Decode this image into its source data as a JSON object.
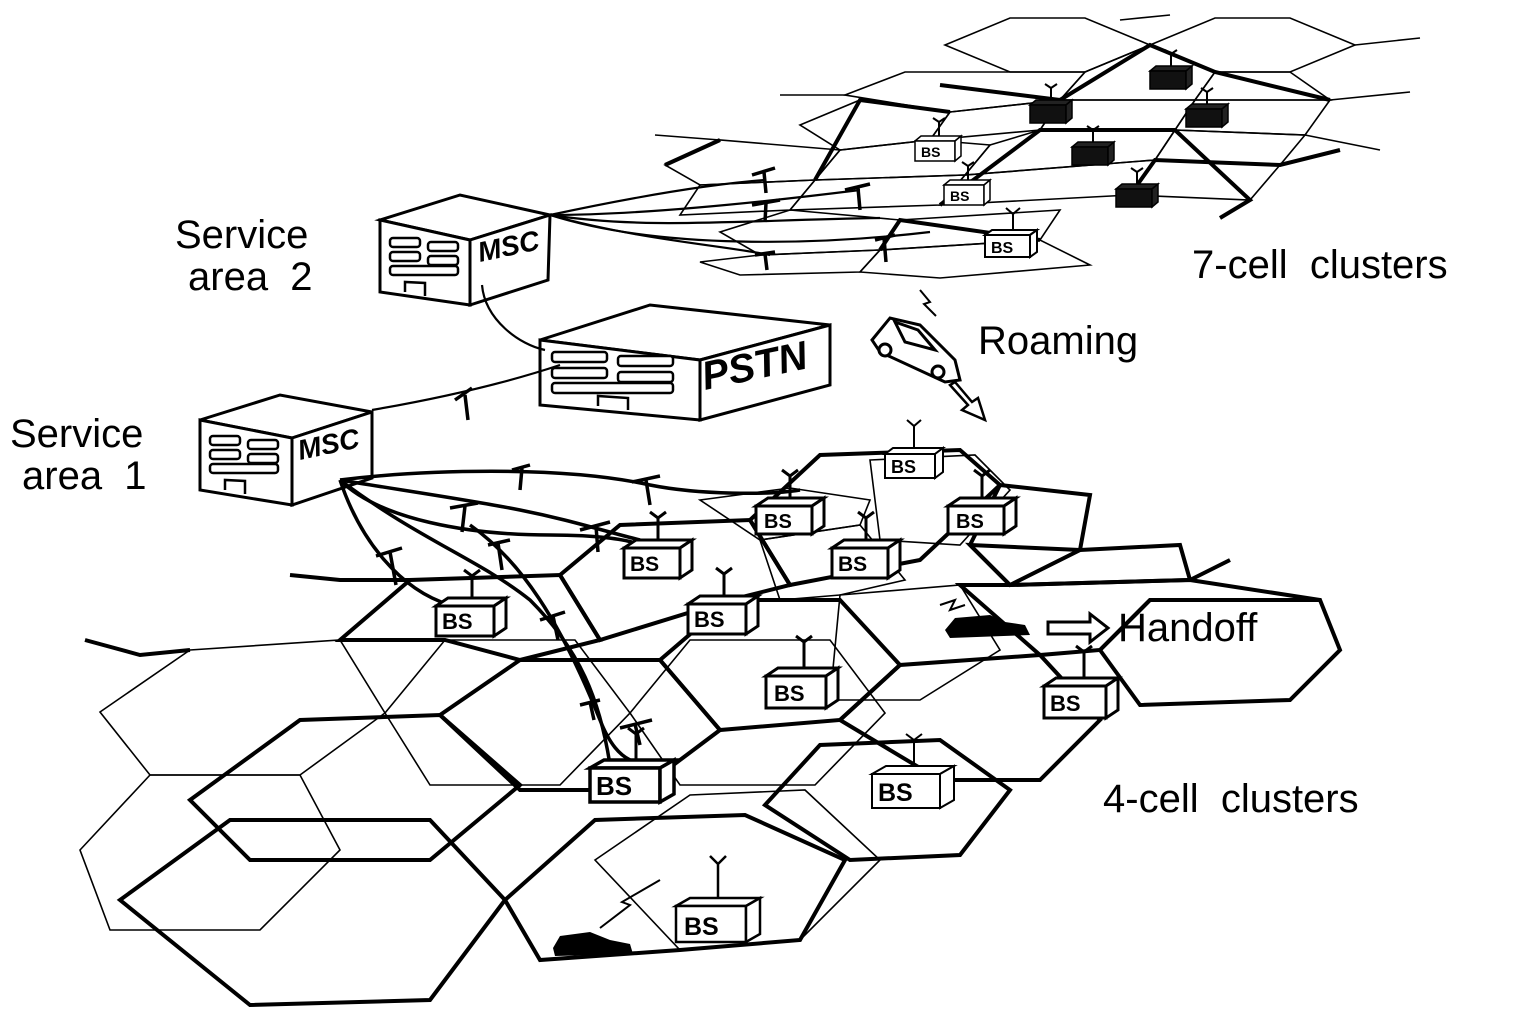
{
  "labels": {
    "service_area_2_line1": "Service",
    "service_area_2_line2": "area  2",
    "service_area_1_line1": "Service",
    "service_area_1_line2": "area  1",
    "seven_cell": "7-cell  clusters",
    "four_cell": "4-cell  clusters",
    "roaming": "Roaming",
    "handoff": "Handoff"
  },
  "buildings": {
    "msc_label": "MSC",
    "pstn_label": "PSTN"
  },
  "base_station_label": "BS"
}
